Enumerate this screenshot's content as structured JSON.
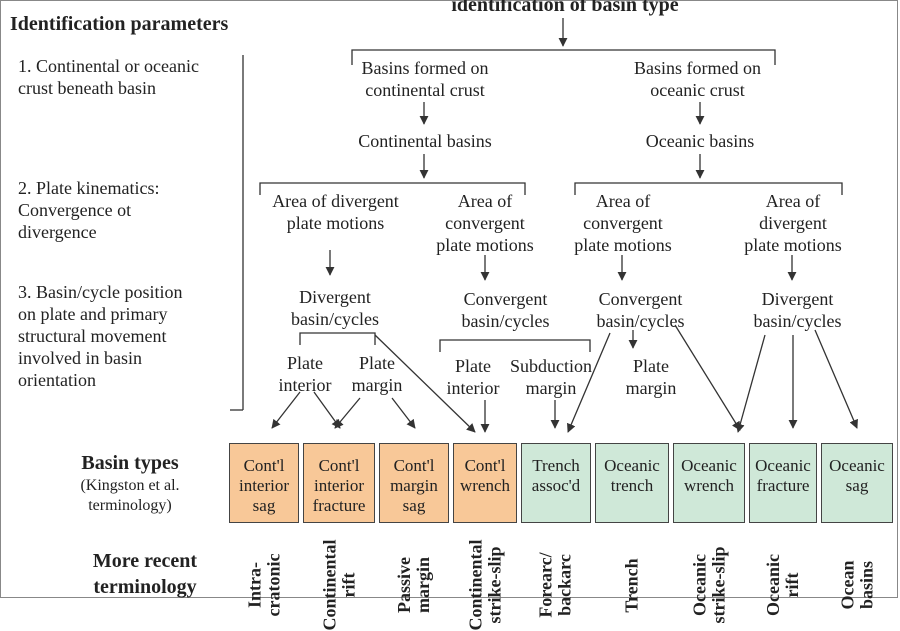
{
  "header": {
    "title": "identification of basin type",
    "params_title": "Identification parameters"
  },
  "params": [
    "1. Continental or oceanic\n    crust beneath basin",
    "2. Plate kinematics:\n    Convergence ot\n    divergence",
    "3. Basin/cycle position\n    on plate and primary\n    structural movement\n    involved in basin\n    orientation"
  ],
  "tree": {
    "continental_crust": "Basins formed on\ncontinental crust",
    "oceanic_crust": "Basins formed on\noceanic crust",
    "continental_basins": "Continental basins",
    "oceanic_basins": "Oceanic basins",
    "cont_divergent_area": "Area of divergent\nplate motions",
    "cont_convergent_area": "Area of\nconvergent\nplate motions",
    "ocean_convergent_area": "Area of\nconvergent\nplate motions",
    "ocean_divergent_area": "Area of\ndivergent\nplate motions",
    "cont_divergent_cycles": "Divergent\nbasin/cycles",
    "cont_convergent_cycles": "Convergent\nbasin/cycles",
    "ocean_convergent_cycles": "Convergent\nbasin/cycles",
    "ocean_divergent_cycles": "Divergent\nbasin/cycles",
    "plate_interior_1": "Plate\ninterior",
    "plate_margin_1": "Plate\nmargin",
    "plate_interior_2": "Plate\ninterior",
    "subduction_margin": "Subduction\nmargin",
    "plate_margin_2": "Plate\nmargin"
  },
  "basin_types": {
    "title": "Basin types",
    "subtitle": "(Kingston et al.\nterminology)",
    "items": [
      {
        "label": "Cont'l\ninterior\nsag"
      },
      {
        "label": "Cont'l\ninterior\nfracture"
      },
      {
        "label": "Cont'l\nmargin\nsag"
      },
      {
        "label": "Cont'l\nwrench"
      },
      {
        "label": "Trench\nassoc'd"
      },
      {
        "label": "Oceanic\ntrench"
      },
      {
        "label": "Oceanic\nwrench"
      },
      {
        "label": "Oceanic\nfracture"
      },
      {
        "label": "Oceanic\nsag"
      }
    ]
  },
  "recent": {
    "title": "More recent\nterminology",
    "items": [
      {
        "label": "Intra-\ncratonic"
      },
      {
        "label": "Continental\nrift"
      },
      {
        "label": "Passive\nmargin"
      },
      {
        "label": "Continental\nstrike-slip"
      },
      {
        "label": "Forearc/\nbackarc"
      },
      {
        "label": "Trench"
      },
      {
        "label": "Oceanic\nstrike-slip"
      },
      {
        "label": "Oceanic\nrift"
      },
      {
        "label": "Ocean\nbasins"
      }
    ]
  },
  "colors": {
    "continental_box": "#f8c898",
    "oceanic_box": "#cfe8d8",
    "line": "#333333"
  }
}
